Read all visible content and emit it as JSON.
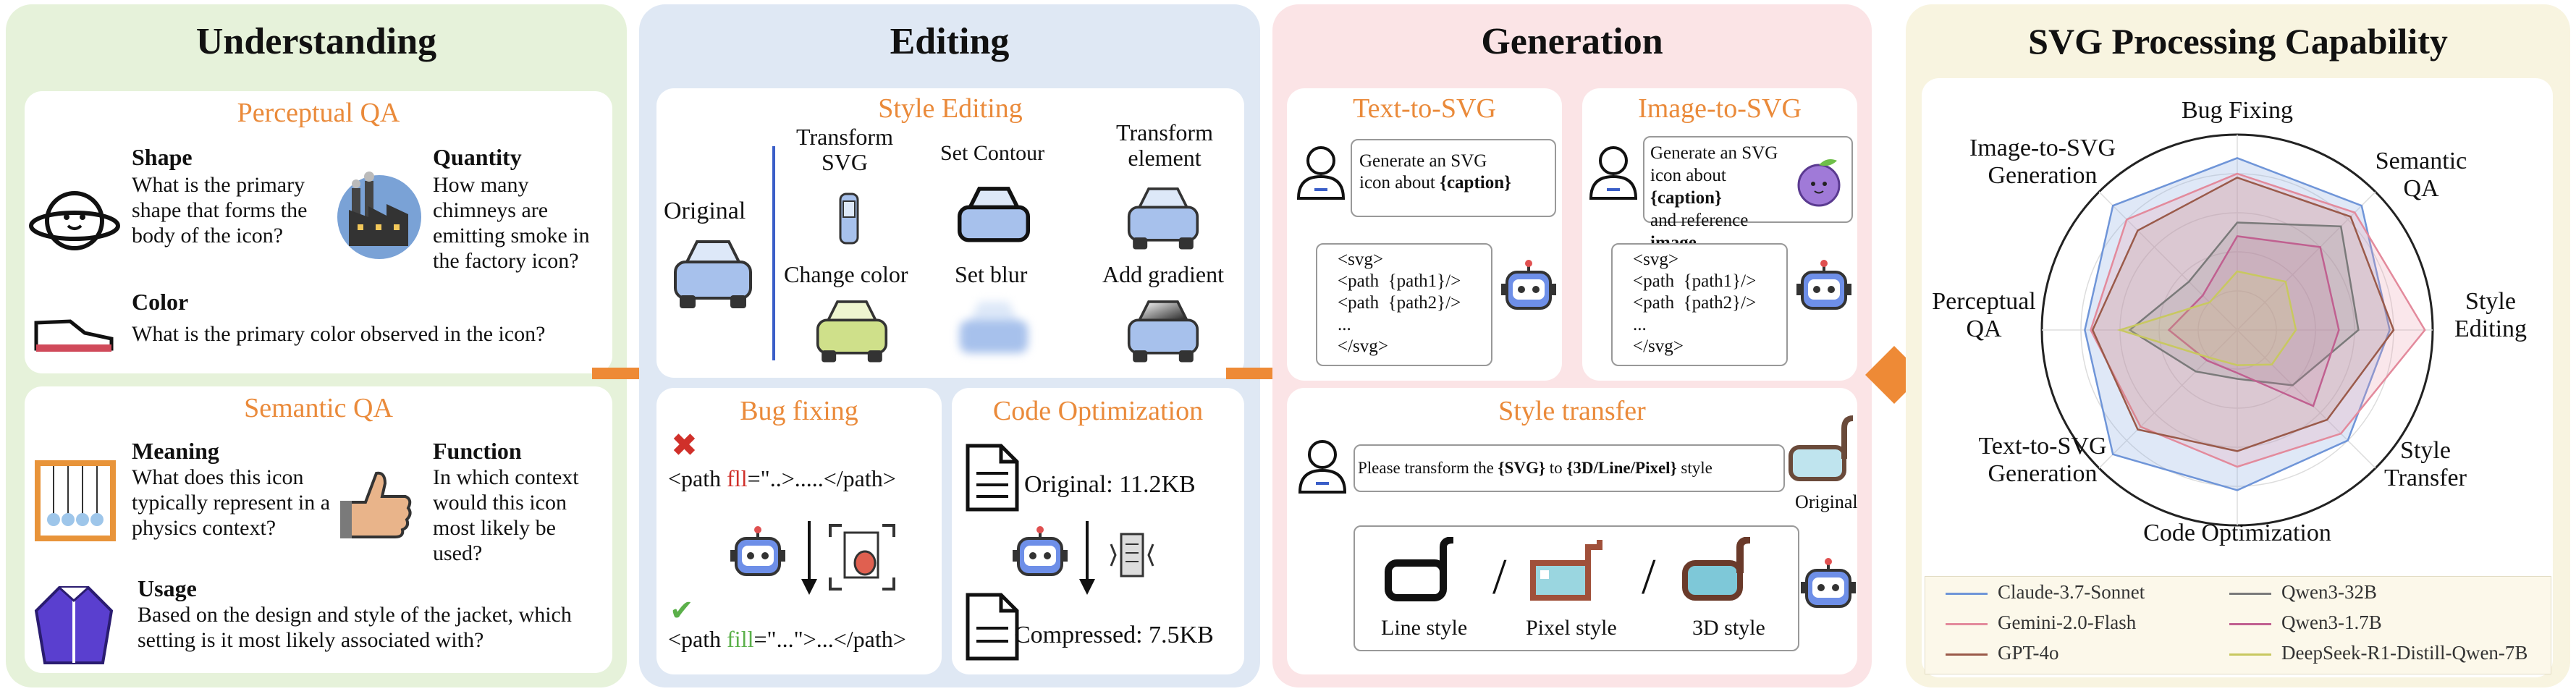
{
  "understanding": {
    "title": "Understanding",
    "perceptual": {
      "title": "Perceptual QA",
      "shape_label": "Shape",
      "shape_q": "What is the primary shape that forms the body of the icon?",
      "quantity_label": "Quantity",
      "quantity_q": "How many chimneys are emitting smoke in the factory icon?",
      "color_label": "Color",
      "color_q": "What is the primary color observed in the icon?"
    },
    "semantic": {
      "title": "Semantic QA",
      "meaning_label": "Meaning",
      "meaning_q": "What does this icon typically represent in a physics context?",
      "function_label": "Function",
      "function_q": "In which context would this icon most likely be used?",
      "usage_label": "Usage",
      "usage_q": "Based on the design and style of the jacket, which setting is it most likely associated with?"
    }
  },
  "editing": {
    "title": "Editing",
    "style": {
      "title": "Style Editing",
      "original": "Original",
      "transform_svg": "Transform SVG",
      "set_contour": "Set Contour",
      "transform_element": "Transform element",
      "change_color": "Change color",
      "set_blur": "Set blur",
      "add_gradient": "Add gradient"
    },
    "bug": {
      "title": "Bug fixing",
      "wrong_pre": "<path ",
      "wrong_attr": "fll",
      "wrong_post": "=\"..>.....</path>",
      "right_pre": "<path ",
      "right_attr": "fill",
      "right_post": "=\"...\">...</path>"
    },
    "code": {
      "title": "Code Optimization",
      "original": "Original: 11.2KB",
      "compressed": "Compressed: 7.5KB"
    }
  },
  "generation": {
    "title": "Generation",
    "text2svg": {
      "title": "Text-to-SVG",
      "prompt_a": "Generate an SVG",
      "prompt_b": "icon about ",
      "prompt_c": "{caption}"
    },
    "img2svg": {
      "title": "Image-to-SVG",
      "prompt_a": "Generate an SVG",
      "prompt_b": "icon about ",
      "prompt_c": "{caption}",
      "prompt_d": "and reference ",
      "prompt_e": "image"
    },
    "code_lines": [
      "<svg>",
      "<path  {path1}/>",
      "<path  {path2}/>",
      "...",
      "</svg>"
    ],
    "transfer": {
      "title": "Style transfer",
      "prompt_a": "Please transform the ",
      "prompt_b": "{SVG}",
      "prompt_c": " to ",
      "prompt_d": "{3D/Line/Pixel}",
      "prompt_e": " style",
      "original": "Original",
      "line": "Line style",
      "pixel": "Pixel style",
      "d3": "3D style"
    }
  },
  "svg": {
    "title": "SVG Processing Capability"
  },
  "chart_data": {
    "type": "radar",
    "title": "SVG Processing Capability",
    "axes": [
      "Bug Fixing",
      "Semantic QA",
      "Style Editing",
      "Style Transfer",
      "Code Optimization",
      "Text-to-SVG Generation",
      "Perceptual QA",
      "Image-to-SVG Generation"
    ],
    "rlim": [
      0,
      1
    ],
    "series": [
      {
        "name": "Claude-3.7-Sonnet",
        "color": "#6f95d8",
        "fill": "rgba(150,180,230,0.30)",
        "values": [
          0.88,
          0.9,
          0.78,
          0.8,
          0.82,
          0.9,
          0.78,
          0.9
        ]
      },
      {
        "name": "Gemini-2.0-Flash",
        "color": "#e38a9c",
        "fill": "rgba(235,160,175,0.25)",
        "values": [
          0.8,
          0.85,
          0.96,
          0.75,
          0.7,
          0.7,
          0.75,
          0.8
        ]
      },
      {
        "name": "GPT-4o",
        "color": "#9a5a4a",
        "fill": "rgba(180,120,100,0.15)",
        "values": [
          0.78,
          0.82,
          0.8,
          0.65,
          0.62,
          0.72,
          0.74,
          0.72
        ]
      },
      {
        "name": "Qwen3-32B",
        "color": "#7a7a7a",
        "fill": "rgba(140,140,140,0.18)",
        "values": [
          0.55,
          0.75,
          0.62,
          0.4,
          0.25,
          0.3,
          0.55,
          0.35
        ]
      },
      {
        "name": "Qwen3-1.7B",
        "color": "#c06090",
        "fill": "rgba(200,120,160,0.18)",
        "values": [
          0.48,
          0.6,
          0.52,
          0.55,
          0.22,
          0.22,
          0.35,
          0.25
        ]
      },
      {
        "name": "DeepSeek-R1-Distill-Qwen-7B",
        "color": "#c8c860",
        "fill": "rgba(210,210,120,0.22)",
        "values": [
          0.3,
          0.35,
          0.3,
          0.25,
          0.18,
          0.2,
          0.6,
          0.2
        ]
      }
    ],
    "grid": true,
    "legend": "bottom"
  }
}
